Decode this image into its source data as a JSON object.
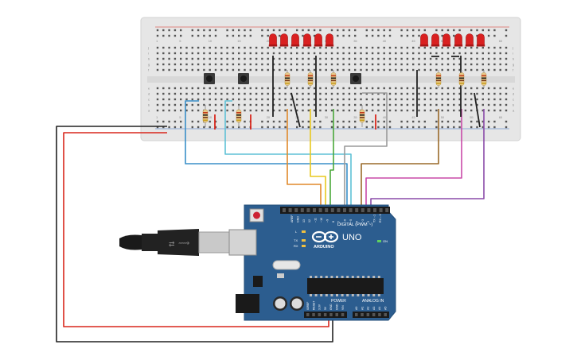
{
  "breadboard": {
    "column_numbers": [
      "1",
      "5",
      "10",
      "15",
      "20",
      "25",
      "30",
      "35",
      "40",
      "45",
      "50",
      "55",
      "60"
    ],
    "row_letters": [
      "a",
      "b",
      "c",
      "d",
      "e",
      "f",
      "g",
      "h",
      "i",
      "j"
    ]
  },
  "arduino": {
    "brand": "ARDUINO",
    "model": "UNO",
    "digital_label": "DIGITAL (PWM ~)",
    "power_label": "POWER",
    "analog_label": "ANALOG IN",
    "led_labels": [
      "L",
      "TX",
      "RX"
    ],
    "on_label": "ON",
    "digital_pins": [
      "AREF",
      "GND",
      "13",
      "12",
      "~11",
      "~10",
      "~9",
      "8",
      "7",
      "~6",
      "~5",
      "4",
      "~3",
      "2",
      "TX→1",
      "RX←0"
    ],
    "power_pins": [
      "IOREF",
      "RESET",
      "3.3V",
      "5V",
      "GND",
      "GND",
      "VIN"
    ],
    "analog_pins": [
      "A0",
      "A1",
      "A2",
      "A3",
      "A4",
      "A5"
    ]
  },
  "colors": {
    "board_blue": "#2c5d8f",
    "breadboard": "#e6e6e6",
    "wire_red": "#d9261c",
    "wire_black": "#222222",
    "wire_blue": "#3a8fc8",
    "wire_cyan": "#5fc1d6",
    "wire_orange": "#e0892a",
    "wire_yellow": "#e8c81e",
    "wire_green": "#4aa83a",
    "wire_grey": "#9a9a9a",
    "wire_brown": "#9a6a2a",
    "wire_magenta": "#c94aa8",
    "wire_purple": "#8a4aa8",
    "led_red": "#d92020"
  }
}
